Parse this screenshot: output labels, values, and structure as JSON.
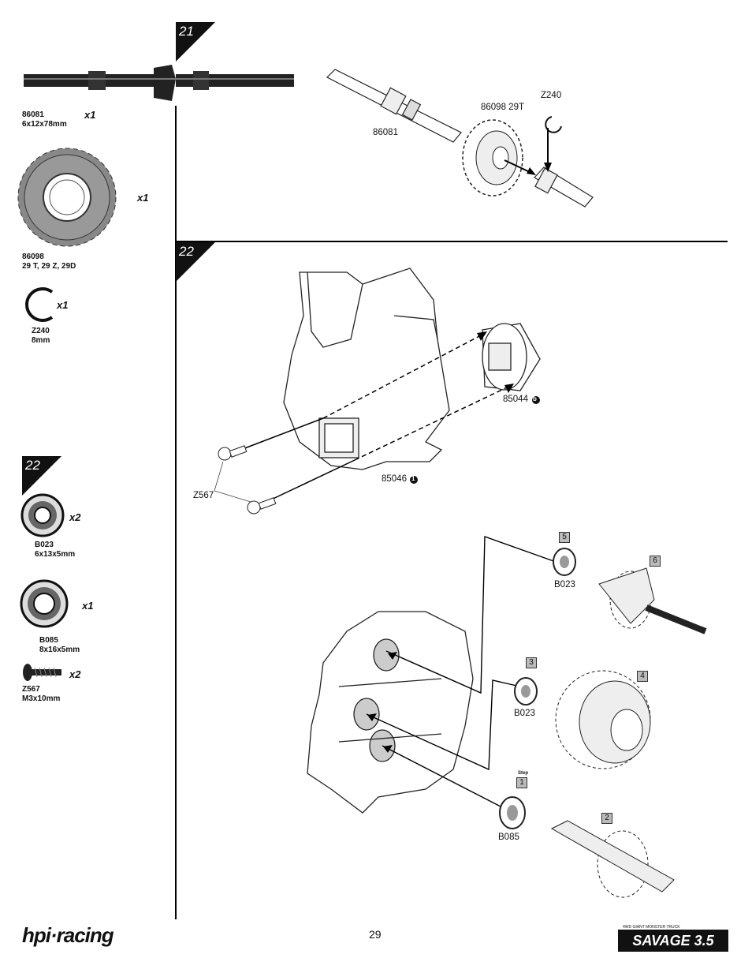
{
  "steps": {
    "step21": "21",
    "step22": "22",
    "step22_parts": "22"
  },
  "parts": {
    "shaft": {
      "code": "86081",
      "size": "6x12x78mm",
      "qty": "x1"
    },
    "gear": {
      "code": "86098",
      "size": "29 T, 29 Z, 29D",
      "qty": "x1"
    },
    "clip": {
      "code": "Z240",
      "size": "8mm",
      "qty": "x1"
    },
    "bearing_small": {
      "code": "B023",
      "size": "6x13x5mm",
      "qty": "x2"
    },
    "bearing_large": {
      "code": "B085",
      "size": "8x16x5mm",
      "qty": "x1"
    },
    "screw": {
      "code": "Z567",
      "size": "M3x10mm",
      "qty": "x2"
    }
  },
  "step21_labels": {
    "shaft": "86081",
    "gear": "86098 29T",
    "clip": "Z240"
  },
  "step22_labels": {
    "housing_a": "85044",
    "housing_a_badge": "b",
    "housing_b": "85046",
    "housing_b_badge": "1",
    "screw": "Z567",
    "bearing_top": "B023",
    "bearing_mid": "B023",
    "bearing_bottom": "B085"
  },
  "sequence": {
    "n1": "1",
    "n1_tag": "Step",
    "n2": "2",
    "n3": "3",
    "n4": "4",
    "n5": "5",
    "n6": "6"
  },
  "footer": {
    "page_number": "29",
    "brand_left": "hpi·racing",
    "brand_right_small": "4WD GIANT MONSTER TRUCK",
    "brand_right": "SAVAGE 3.5"
  }
}
